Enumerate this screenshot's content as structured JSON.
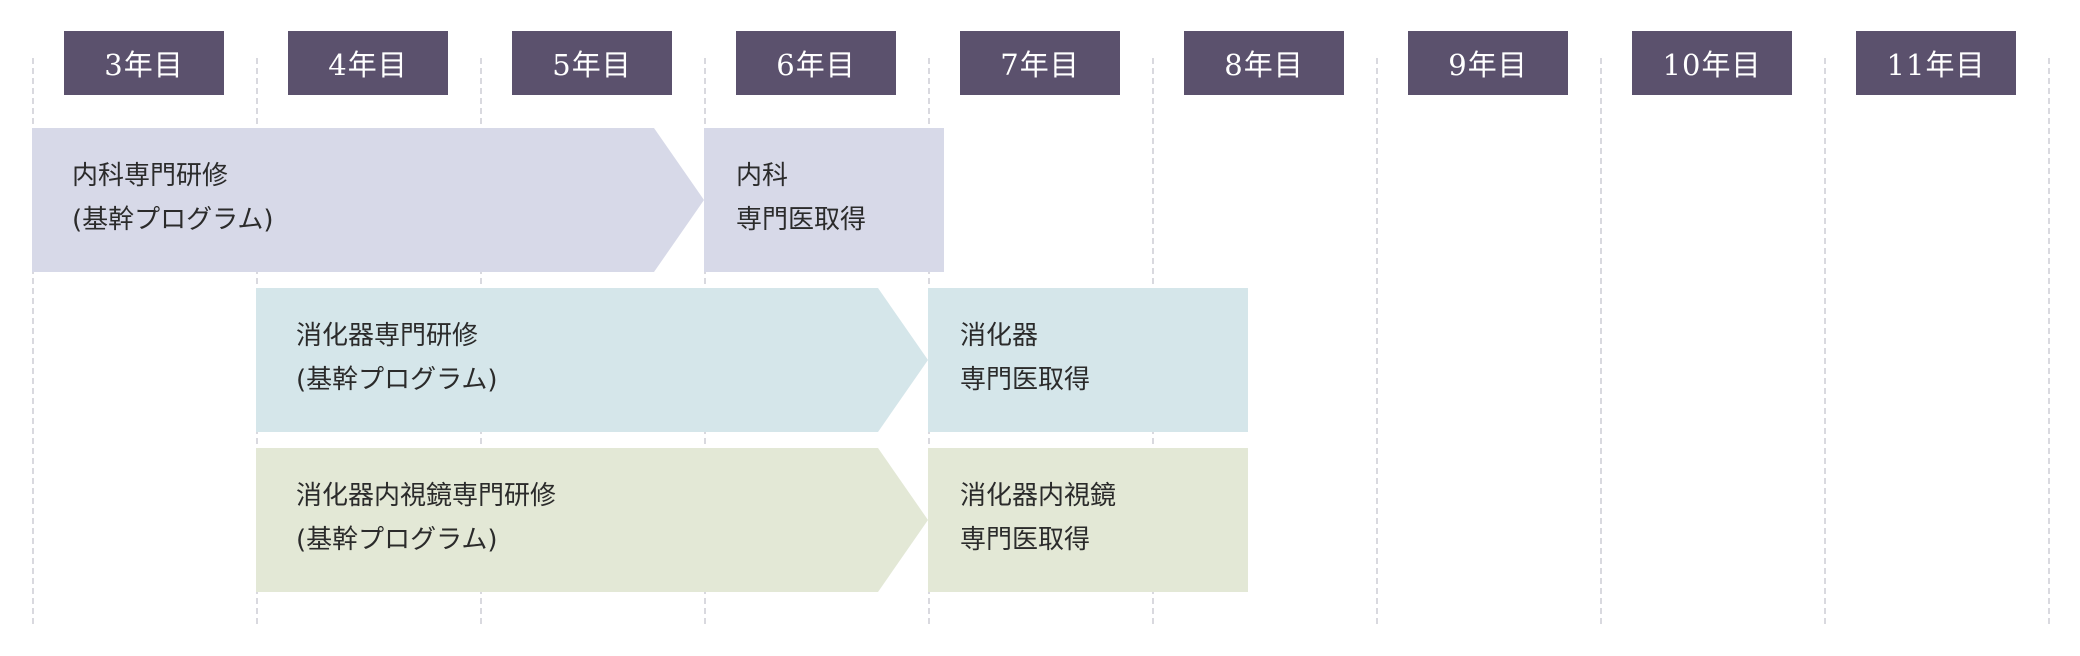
{
  "colors": {
    "header_bg": "#5b516d",
    "header_text": "#ffffff",
    "internal_medicine": "#d7d9e8",
    "gastroenterology": "#d5e6ea",
    "endoscopy": "#e3e8d6",
    "gridline": "#d9d9df"
  },
  "years": [
    "3年目",
    "4年目",
    "5年目",
    "6年目",
    "7年目",
    "8年目",
    "9年目",
    "10年目",
    "11年目"
  ],
  "tracks": [
    {
      "program": {
        "line1": "内科専門研修",
        "line2": "(基幹プログラム)"
      },
      "certification": {
        "line1": "内科",
        "line2": "専門医取得"
      }
    },
    {
      "program": {
        "line1": "消化器専門研修",
        "line2": "(基幹プログラム)"
      },
      "certification": {
        "line1": "消化器",
        "line2": "専門医取得"
      }
    },
    {
      "program": {
        "line1": "消化器内視鏡専門研修",
        "line2": "(基幹プログラム)"
      },
      "certification": {
        "line1": "消化器内視鏡",
        "line2": "専門医取得"
      }
    }
  ]
}
